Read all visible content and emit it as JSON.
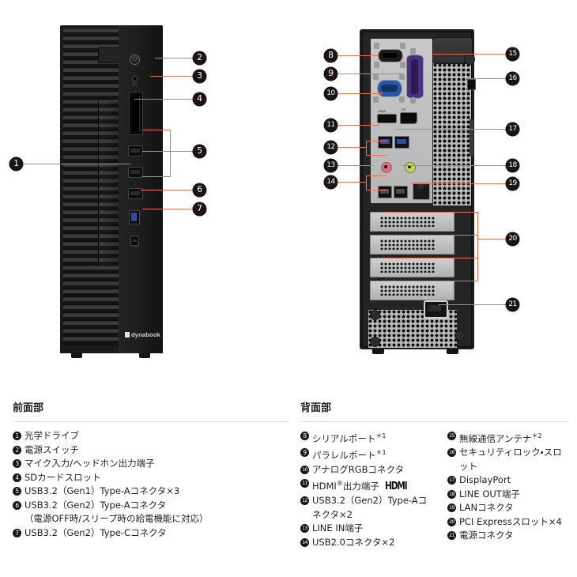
{
  "diagram": {
    "front": {
      "logo_text": "dynabook",
      "callouts": [
        {
          "id": "1",
          "label": "1"
        },
        {
          "id": "2",
          "label": "2"
        },
        {
          "id": "3",
          "label": "3"
        },
        {
          "id": "4",
          "label": "4"
        },
        {
          "id": "5",
          "label": "5"
        },
        {
          "id": "6",
          "label": "6"
        },
        {
          "id": "7",
          "label": "7"
        }
      ]
    },
    "rear": {
      "callouts": [
        {
          "id": "8",
          "label": "8"
        },
        {
          "id": "9",
          "label": "9"
        },
        {
          "id": "10",
          "label": "10"
        },
        {
          "id": "11",
          "label": "11"
        },
        {
          "id": "12",
          "label": "12"
        },
        {
          "id": "13",
          "label": "13"
        },
        {
          "id": "14",
          "label": "14"
        },
        {
          "id": "15",
          "label": "15"
        },
        {
          "id": "16",
          "label": "16"
        },
        {
          "id": "17",
          "label": "17"
        },
        {
          "id": "18",
          "label": "18"
        },
        {
          "id": "19",
          "label": "19"
        },
        {
          "id": "20",
          "label": "20"
        },
        {
          "id": "21",
          "label": "21"
        }
      ]
    }
  },
  "legend": {
    "front": {
      "heading": "前面部",
      "items": [
        {
          "num": "1",
          "text": "光学ドライブ"
        },
        {
          "num": "2",
          "text": "電源スイッチ"
        },
        {
          "num": "3",
          "text": "マイク入力/ヘッドホン出力端子"
        },
        {
          "num": "4",
          "text": "SDカードスロット"
        },
        {
          "num": "5",
          "text": "USB3.2（Gen1）Type-Aコネクタ×3"
        },
        {
          "num": "6",
          "text": "USB3.2（Gen2）Type-Aコネクタ"
        },
        {
          "num": "",
          "text": "（電源OFF時/スリープ時の給電機能に対応）",
          "sub": true
        },
        {
          "num": "7",
          "text": "USB3.2（Gen2）Type-Cコネクタ"
        }
      ]
    },
    "rear": {
      "heading": "背面部",
      "col1": [
        {
          "num": "8",
          "text": "シリアルポート",
          "sup": "＊1"
        },
        {
          "num": "9",
          "text": "パラレルポート",
          "sup": "＊1"
        },
        {
          "num": "10",
          "text": "アナログRGBコネクタ"
        },
        {
          "num": "11",
          "text": "HDMI",
          "reg": "®",
          "text_after": "出力端子",
          "badge": "HDMI"
        },
        {
          "num": "12",
          "text": "USB3.2（Gen2）Type-Aコネクタ×2"
        },
        {
          "num": "13",
          "text": "LINE IN端子"
        },
        {
          "num": "14",
          "text": "USB2.0コネクタ×2"
        }
      ],
      "col2": [
        {
          "num": "15",
          "text": "無線通信アンテナ",
          "sup": "＊2"
        },
        {
          "num": "16",
          "text": "セキュリティロック・スロット"
        },
        {
          "num": "17",
          "text": "DisplayPort"
        },
        {
          "num": "18",
          "text": "LINE OUT端子"
        },
        {
          "num": "19",
          "text": "LANコネクタ"
        },
        {
          "num": "20",
          "text": "PCI Expressスロット×4"
        },
        {
          "num": "21",
          "text": "電源コネクタ"
        }
      ]
    }
  },
  "colors": {
    "leader": "#e8725a",
    "marker_bg": "#1a1416",
    "marker_fg": "#ffffff",
    "text": "#231f20",
    "rule": "#dcdcdc",
    "usb3_blue": "#2d4f9e",
    "parallel_purple": "#4a2f86",
    "vga_blue": "#2757a8",
    "mic_pink": "#e06a86",
    "line_green": "#c3d94a"
  }
}
